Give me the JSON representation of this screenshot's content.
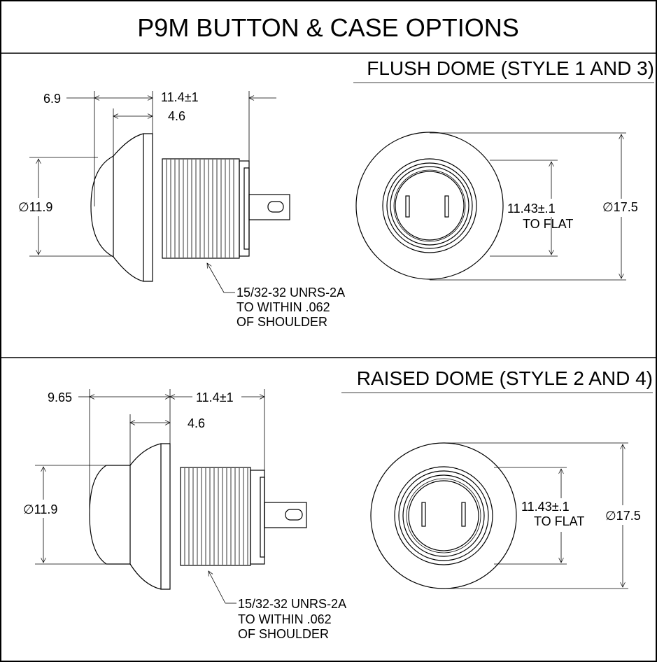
{
  "title": "P9M BUTTON & CASE OPTIONS",
  "sections": [
    {
      "heading": "FLUSH DOME (STYLE 1 AND 3)",
      "dim_overall": "6.9",
      "dim_length": "11.4±1",
      "dim_dome": "4.6",
      "dim_diameter": "∅11.9",
      "thread_line1": "15/32-32 UNRS-2A",
      "thread_line2": "TO WITHIN .062",
      "thread_line3": "OF SHOULDER",
      "flat_value": "11.43±.1",
      "flat_label": "TO FLAT",
      "outer_diameter": "∅17.5"
    },
    {
      "heading": "RAISED DOME (STYLE 2 AND 4)",
      "dim_overall": "9.65",
      "dim_length": "11.4±1",
      "dim_dome": "4.6",
      "dim_diameter": "∅11.9",
      "thread_line1": "15/32-32 UNRS-2A",
      "thread_line2": "TO WITHIN .062",
      "thread_line3": "OF SHOULDER",
      "flat_value": "11.43±.1",
      "flat_label": "TO FLAT",
      "outer_diameter": "∅17.5"
    }
  ]
}
